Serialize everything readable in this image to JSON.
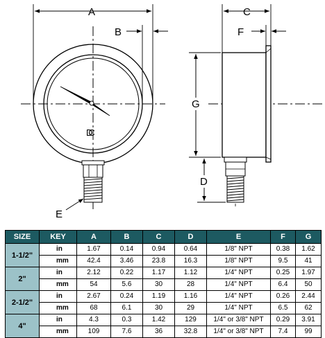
{
  "diagram": {
    "labels": {
      "a": "A",
      "b": "B",
      "c": "C",
      "d": "D",
      "e": "E",
      "f": "F",
      "g": "G",
      "dial_mark": "DC"
    }
  },
  "table": {
    "columns": [
      "SIZE",
      "KEY",
      "A",
      "B",
      "C",
      "D",
      "E",
      "F",
      "G"
    ],
    "groups": [
      {
        "size": "1-1/2\"",
        "rows": [
          {
            "unit": "in",
            "values": [
              "1.67",
              "0.14",
              "0.94",
              "0.64",
              "1/8\" NPT",
              "0.38",
              "1.62"
            ]
          },
          {
            "unit": "mm",
            "values": [
              "42.4",
              "3.46",
              "23.8",
              "16.3",
              "1/8\" NPT",
              "9.5",
              "41"
            ]
          }
        ]
      },
      {
        "size": "2\"",
        "rows": [
          {
            "unit": "in",
            "values": [
              "2.12",
              "0.22",
              "1.17",
              "1.12",
              "1/4\" NPT",
              "0.25",
              "1.97"
            ]
          },
          {
            "unit": "mm",
            "values": [
              "54",
              "5.6",
              "30",
              "28",
              "1/4\" NPT",
              "6.4",
              "50"
            ]
          }
        ]
      },
      {
        "size": "2-1/2\"",
        "rows": [
          {
            "unit": "in",
            "values": [
              "2.67",
              "0.24",
              "1.19",
              "1.16",
              "1/4\" NPT",
              "0.26",
              "2.44"
            ]
          },
          {
            "unit": "mm",
            "values": [
              "68",
              "6.1",
              "30",
              "29",
              "1/4\" NPT",
              "6.5",
              "62"
            ]
          }
        ]
      },
      {
        "size": "4\"",
        "rows": [
          {
            "unit": "in",
            "values": [
              "4.3",
              "0.3",
              "1.42",
              "129",
              "1/4\" or 3/8\" NPT",
              "0.29",
              "3.91"
            ]
          },
          {
            "unit": "mm",
            "values": [
              "109",
              "7.6",
              "36",
              "32.8",
              "1/4\" or 3/8\" NPT",
              "7.4",
              "99"
            ]
          }
        ]
      }
    ]
  }
}
